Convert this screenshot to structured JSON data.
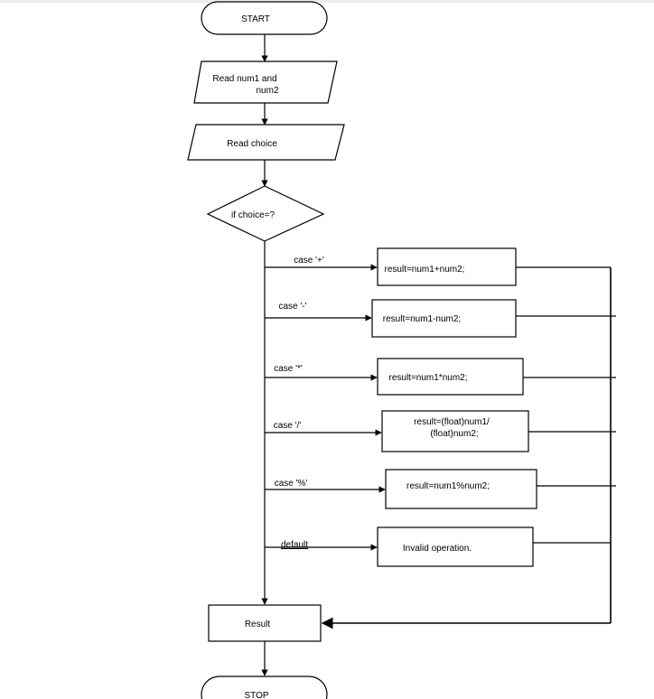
{
  "flowchart": {
    "start": "START",
    "read_nums": [
      "Read num1 and",
      "num2"
    ],
    "read_choice": "Read choice",
    "decision": "if choice=?",
    "cases": [
      {
        "label": "case '+'",
        "result": [
          "result=num1+num2;"
        ]
      },
      {
        "label": "case '-'",
        "result": [
          "result=num1-num2;"
        ]
      },
      {
        "label": "case '*'",
        "result": [
          "result=num1*num2;"
        ]
      },
      {
        "label": "case '/'",
        "result": [
          "result=(float)num1/",
          "(float)num2;"
        ]
      },
      {
        "label": "case '%'",
        "result": [
          "result=num1%num2;"
        ]
      },
      {
        "label": "default",
        "result": [
          "Invalid operation."
        ]
      }
    ],
    "result_box": "Result",
    "stop": "STOP"
  }
}
